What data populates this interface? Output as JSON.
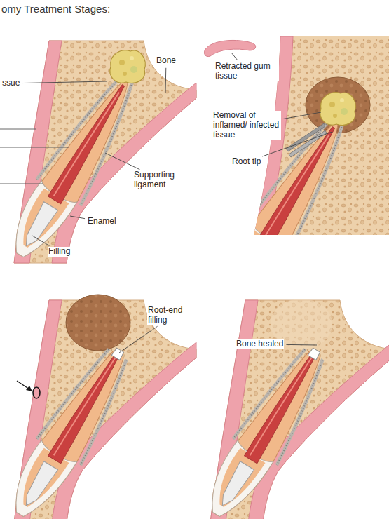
{
  "diagram": {
    "title": "omy Treatment Stages:",
    "labels": [
      "ssue",
      "Bone",
      "Supporting ligament",
      "Enamel",
      "Filling",
      "Retracted gum tissue",
      "Removal of inflamed/ infected tissue",
      "Root tip",
      "Root-end filling",
      "Bone healed"
    ]
  }
}
